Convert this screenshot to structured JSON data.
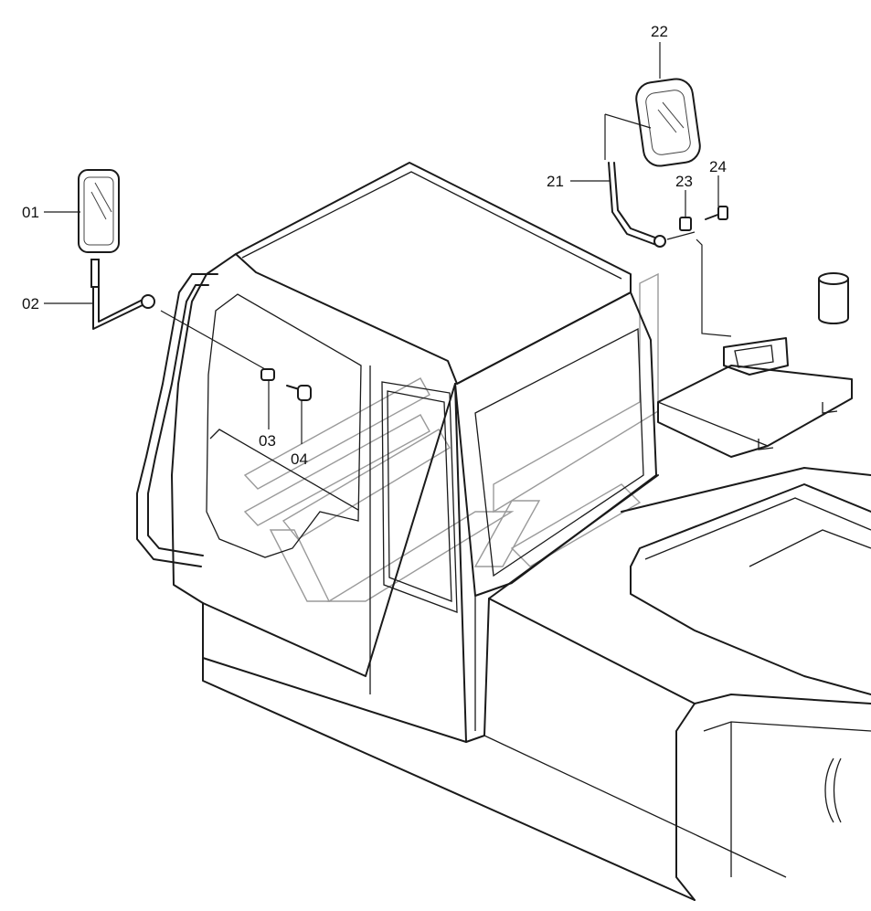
{
  "diagram": {
    "callouts": [
      {
        "id": "01",
        "label": "01"
      },
      {
        "id": "02",
        "label": "02"
      },
      {
        "id": "03",
        "label": "03"
      },
      {
        "id": "04",
        "label": "04"
      },
      {
        "id": "21",
        "label": "21"
      },
      {
        "id": "22",
        "label": "22"
      },
      {
        "id": "23",
        "label": "23"
      },
      {
        "id": "24",
        "label": "24"
      }
    ]
  }
}
